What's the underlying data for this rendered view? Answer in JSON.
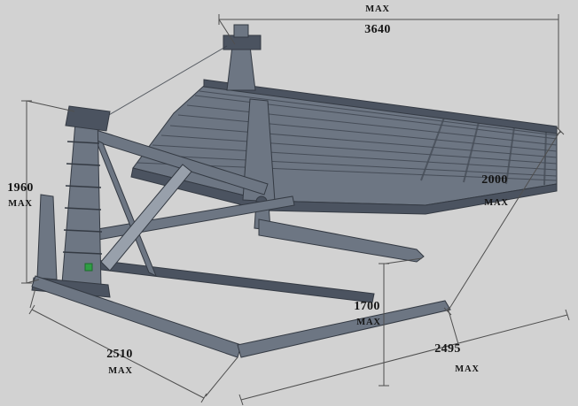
{
  "dimensions": {
    "overall_width": {
      "label": "MAX",
      "value": "3640"
    },
    "overall_height": {
      "value": "1960",
      "label": "MAX"
    },
    "platform_depth": {
      "value": "2000",
      "label": "MAX"
    },
    "inner_height": {
      "value": "1700",
      "label": "MAX"
    },
    "base_front_left": {
      "value": "2510",
      "label": "MAX"
    },
    "base_front_right": {
      "value": "2495",
      "label": "MAX"
    }
  },
  "colors": {
    "canvas-bg": "#d2d2d2",
    "machine-fill": "#6d7683",
    "machine-dark": "#4b5360",
    "machine-light": "#98a0ab",
    "edge": "#343a43",
    "slat": "#464d58",
    "dim-line": "#4f4f4f",
    "text": "#151515",
    "indicator-green": "#2f9e44",
    "cable": "#3a4049"
  }
}
